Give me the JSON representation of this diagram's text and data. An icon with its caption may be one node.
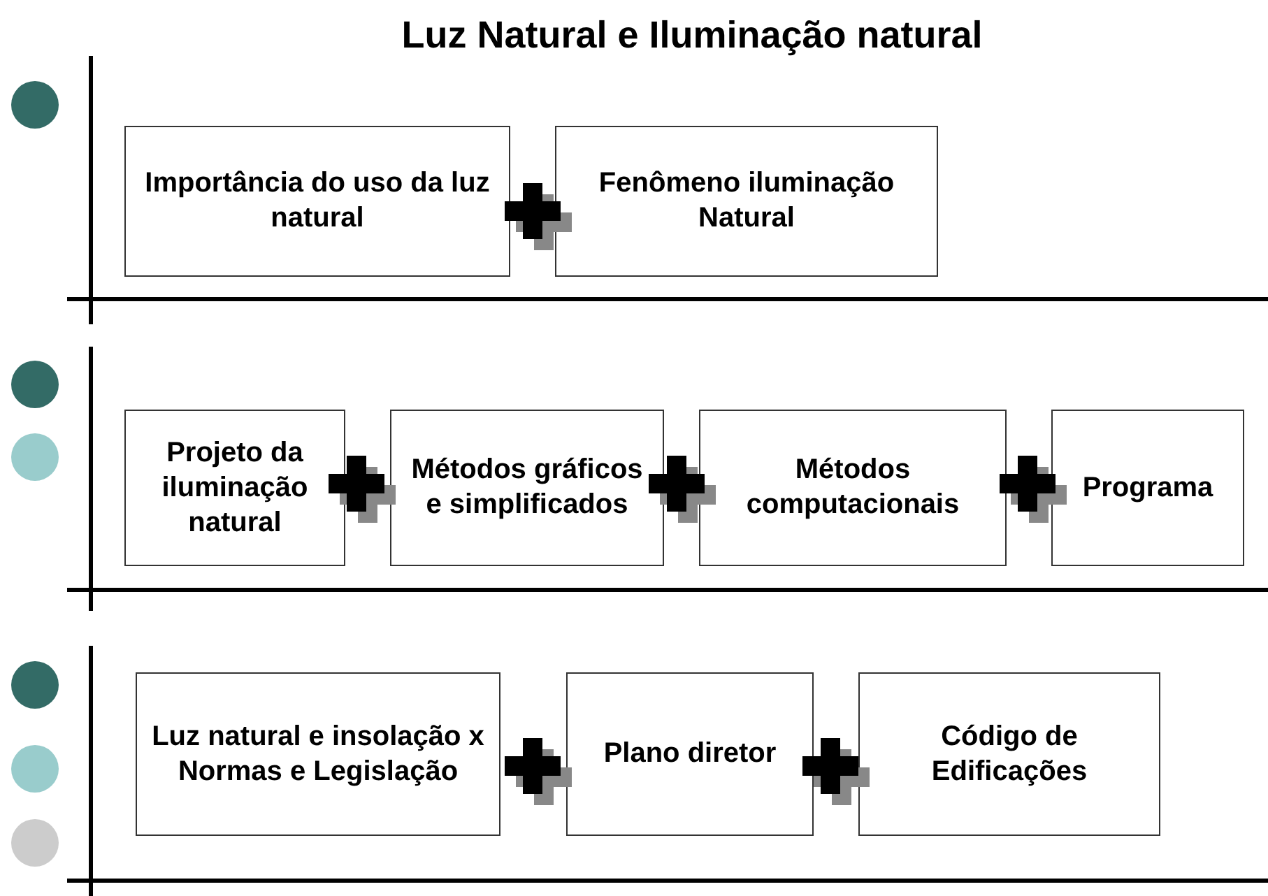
{
  "diagram": {
    "title": "Luz Natural e Iluminação natural",
    "nodes": [
      {
        "text": [
          "Importância do uso da luz natural"
        ]
      },
      {
        "text": [
          "Fenômeno iluminação Natural"
        ]
      },
      {
        "text": [
          "Projeto da iluminação natural"
        ]
      },
      {
        "text": [
          "Métodos gráficos e simplificados"
        ]
      },
      {
        "text": [
          "Métodos computacionais"
        ]
      },
      {
        "text": [
          "Programa"
        ]
      },
      {
        "text": [
          "Luz natural e insolação x Normas e Legislação"
        ]
      },
      {
        "text": [
          "Plano diretor"
        ]
      },
      {
        "text": [
          "Código de Edificações"
        ]
      }
    ]
  }
}
